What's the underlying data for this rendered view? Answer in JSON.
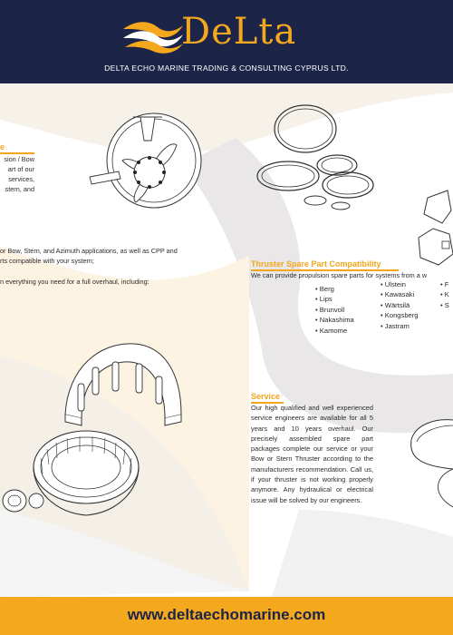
{
  "header": {
    "logo_text": "DeLta",
    "subtitle": "DELTA ECHO MARINE TRADING & CONSULTING CYPRUS LTD."
  },
  "left_column": {
    "heading_fragment": "e",
    "intro_lines": [
      "sion / Bow",
      "art of our",
      "services,",
      "stern, and"
    ],
    "paragraph_lines": [
      "or Bow, Stern, and Azimuth applications, as well as CPP and",
      "rts compatible with your system;"
    ],
    "overhaul_line": "n everything you need for a full overhaul, including:"
  },
  "compatibility": {
    "heading": "Thruster Spare Part Compatibility",
    "intro": "We can provide propulsion spare parts for systems from a w",
    "col1": [
      "Berg",
      "Lips",
      "Brunvoll",
      "Nakashima",
      "Kamome"
    ],
    "col2": [
      "Ulstein",
      "Kawasaki",
      "Wärtsilä",
      "Kongsberg",
      "Jastram"
    ],
    "col3": [
      "F",
      "K",
      "S"
    ]
  },
  "service": {
    "heading": "Service",
    "body": "Our high qualified and well experienced service engineers are available for all 5 years and 10 years overhaul. Our precisely assembled spare part packages complete our service or your Bow or Stern Thruster according to the manufacturers recommendation. Call us, if your thruster is not working properly anymore. Any hydraulical or electrical issue will be solved by our engineers."
  },
  "footer": {
    "url": "www.deltaechomarine.com"
  },
  "colors": {
    "navy": "#1c2448",
    "orange": "#f4a81e",
    "wave_grey": "#e9e7e8"
  }
}
